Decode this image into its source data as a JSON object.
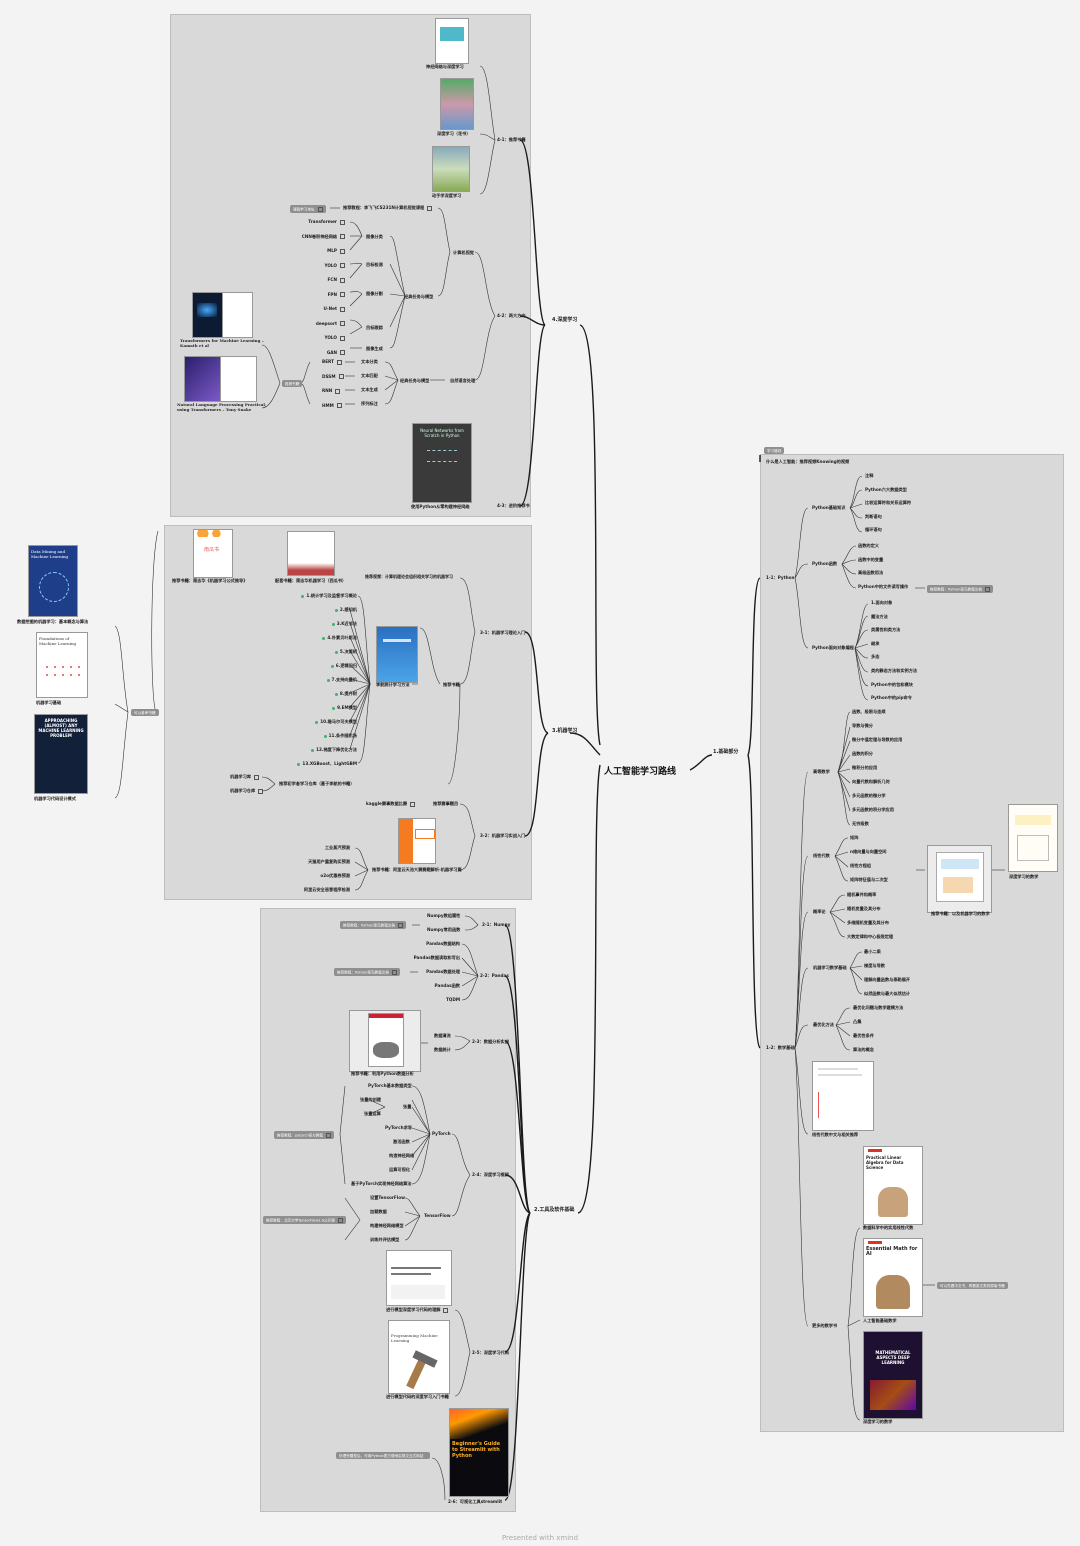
{
  "center": "人工智能学习路线",
  "footer": "Presented with xmind",
  "branches": {
    "b1": "1.基础部分",
    "b2": "2.工具及软件基础",
    "b3": "3.机器学习",
    "b4": "4.深度学习"
  },
  "sec1": {
    "tag": "学习路线",
    "intro": "什么是人工智能：推荐视频Knowing的视频",
    "py": "1-1：Python",
    "py_basic": "Python基础知识",
    "py_basic_items": [
      "注释",
      "Python六大数据类型",
      "比较运算符和关系运算符",
      "判断语句",
      "循环语句"
    ],
    "py_func": "Python函数",
    "py_func_items": [
      "函数的定义",
      "函数中的变量",
      "高级函数用法",
      "Python中的文件读写操作"
    ],
    "py_obj": "Python面向对象编程",
    "py_obj_items": [
      "1.面向对象",
      "魔法方法",
      "类属性和类方法",
      "继承",
      "多态",
      "类的静态方法和实例方法",
      "Python中的包和模块",
      "Python中的pip命令"
    ],
    "py_tag": "推荐教程：Python菜鸟教程文档",
    "math": "1-2：数学基础",
    "calc": "高等数学",
    "calc_items": [
      "函数、极限与连续",
      "导数与微分",
      "微分中值定理与导数的应用",
      "函数的积分",
      "微积分的应用",
      "向量代数和解析几何",
      "多元函数的微分学",
      "多元函数的积分学应用",
      "无穷级数"
    ],
    "linalg": "线性代数",
    "linalg_items": [
      "矩阵",
      "n维向量与向量空间",
      "线性方程组",
      "矩阵特征值与二次型"
    ],
    "prob": "概率论",
    "prob_items": [
      "随机事件和概率",
      "随机变量及其分布",
      "多维随机变量及其分布",
      "大数定律和中心极限定理"
    ],
    "ml_math": "机器学习数学基础",
    "ml_math_items": [
      "最小二乘",
      "梯度与导数",
      "理解向量函数与泰勒展开",
      "似然函数与最大似然估计"
    ],
    "opt": "最优化方法",
    "opt_items": [
      "最优化问题与数学建模方法",
      "凸集",
      "最优性条件",
      "算法的概念"
    ],
    "math_tag": "推荐书籍：以及机器学习的数学",
    "book_dl_math": "深度学习的数学",
    "book_linalg": "线性代数中文与相关推荐",
    "book_pla": "数据科学中的实用线性代数",
    "book_em": "人工智能基础数学",
    "book_ma": "深度学习的数学",
    "rec": "更多的数学书",
    "rec_tag": "可以先看中文书，再看英文类的原版书籍"
  },
  "sec2": {
    "np": "2-1：Numpy",
    "np_items": [
      "Numpy数组属性",
      "Numpy常用函数"
    ],
    "np_tag": "推荐教程：Python菜鸟教程文档",
    "pd": "2-2：Pandas",
    "pd_items": [
      "Pandas数据结构",
      "Pandas数据读取和写出",
      "Pandas数据处理",
      "Pandas函数",
      "TQDM"
    ],
    "pd_tag": "推荐教程：Python菜鸟教程文档",
    "da": "2-3：数据分析实战",
    "da_items": [
      "数据清洗",
      "数据统计"
    ],
    "da_book": "推荐书籍：利用Python数据分析",
    "dl": "2-4：深度学习框架",
    "torch": "PyTorch",
    "torch_items": [
      "PyTorch基本数据类型",
      "张量的创建",
      "张量运算",
      "张量",
      "PyTorch求导",
      "激活函数",
      "构造神经网络",
      "运算可视化",
      "基于PyTorch实现神经网络算法"
    ],
    "torch_tag": "推荐教程：pytorch官方教程",
    "tf": "TensorFlow",
    "tf_items": [
      "设置TensorFlow",
      "加载数据",
      "构建神经网络模型",
      "训练并评估模型"
    ],
    "tf_tag": "推荐教程：北京大学TensorFlow2.0公开课",
    "proj": "2-5：深度学习代码",
    "proj_a": "进行模型深度学习代码的理解",
    "proj_b": "进行模型代码的深度学习入门书籍",
    "st": "2-6：可视化工具streamlit",
    "st_tag": "处理完模型后，可用Python更方便地实现交互式网站"
  },
  "sec3": {
    "book_zh": "推荐书籍：周志华《机器学习公式推导》",
    "book_lh": "配套书籍：周志华机器学习（西瓜书）",
    "rec_note": "推荐视频：计算机理论会组织相关学习的机器学习",
    "ml": "3-1：机器学习理论入门",
    "ml_items": [
      "1.统计学习及监督学习概论",
      "2.感知机",
      "3.K近邻法",
      "4.朴素贝叶斯法",
      "5.决策树",
      "6.逻辑回归",
      "7.支持向量机",
      "8.提升树",
      "9.EM模型",
      "10.隐马尔可夫模型",
      "11.条件随机场",
      "12.梯度下降优化方法",
      "13.XGBoost、LightGBM"
    ],
    "ml_book": "李航统计学习方法",
    "ml_rec": "推荐书籍",
    "ml_code": "推荐初学者学习仓库（基于李航的书籍）",
    "ml_code_a": "机器学习库",
    "ml_code_b": "机器学习仓库",
    "kag": "3-2：机器学习实战入门",
    "kag_a": "kaggle赛事数据比赛",
    "kag_b": "推荐赛事题目",
    "kag_book": "推荐书籍：阿里云天池大赛赛题解析-机器学习篇",
    "kag_items": [
      "工业蒸汽预测",
      "天猫用户重复购买预测",
      "o2o优惠券预测",
      "阿里云安全恶意程序检测"
    ],
    "left_tag": "可以参考书籍",
    "left_a": "数据挖掘的机器学习：基本概念与算法",
    "left_b": "机器学习基础",
    "left_c": "机器学习代码设计模式"
  },
  "sec4": {
    "books": "4-1：推荐书籍",
    "books_a": "动手学深度学习",
    "books_b": "深度学习（花书）",
    "books_c": "神经网络与深度学习",
    "dirs": "4-2：两大方向",
    "cv": "计算机视觉",
    "cv_rec": "推荐教程：李飞飞CS231N计算机视觉课程",
    "cv_tag": "课程学习地址",
    "cv_tasks": "经典任务与模型",
    "cv_models": [
      "Transformer",
      "CNN卷积神经网络",
      "MLP",
      "YOLO",
      "FCN",
      "FPN",
      "U-Net",
      "deepsort",
      "YOLO",
      "GAN"
    ],
    "cv_labels": [
      "图像分类",
      "目标检测",
      "图像分割",
      "目标跟踪",
      "图像生成"
    ],
    "nlp": "自然语言处理",
    "nlp_tasks": "经典任务与模型",
    "nlp_models": [
      "BERT",
      "DSSM",
      "RNN",
      "HMM"
    ],
    "nlp_labels": [
      "文本分类",
      "文本匹配",
      "文本生成",
      "序列标注"
    ],
    "nlp_tag": "推荐书籍",
    "nlp_book_a": "Transformers for Machine Learning – Kamath et al",
    "nlp_book_b": "Natural Language Processing Practical, using Transformers – Tony Snake",
    "scratch": "4-3：进阶推荐书",
    "scratch_book": "使用Python从零构建神经网络",
    "nnfs_cover": "Neural Networks from Scratch in Python"
  },
  "colors": {
    "line": "#1a1a1a",
    "region": "#d9d9d9",
    "tag": "#8f8f8f",
    "dot": "#3db36b"
  }
}
